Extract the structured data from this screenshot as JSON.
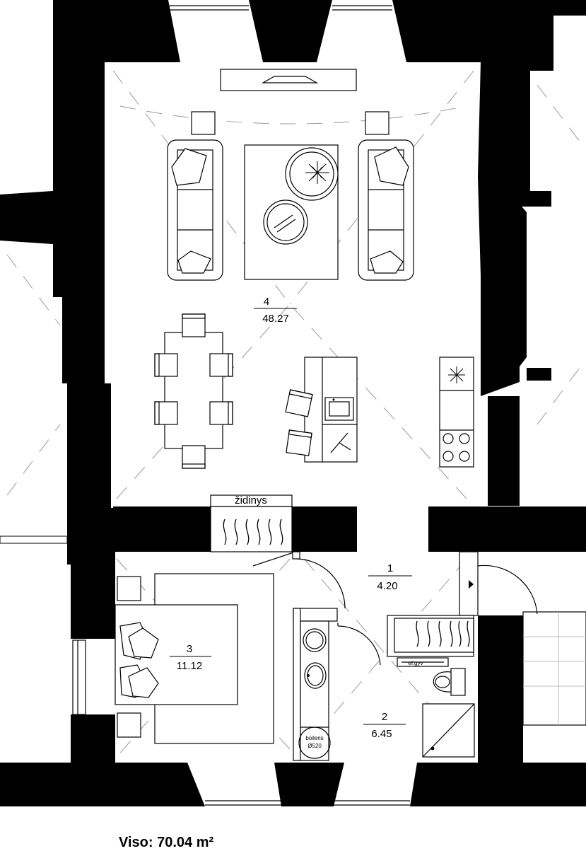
{
  "plan": {
    "rooms": [
      {
        "number": "4",
        "area": "48.27"
      },
      {
        "number": "1",
        "area": "4.20"
      },
      {
        "number": "3",
        "area": "11.12"
      },
      {
        "number": "2",
        "area": "6.45"
      }
    ],
    "labels": {
      "fireplace": "židinys",
      "electrical_panel": "el.gyv",
      "boiler": "boileris",
      "boiler_size": "Ø520"
    },
    "total_area": "Viso: 70.04 m²"
  }
}
